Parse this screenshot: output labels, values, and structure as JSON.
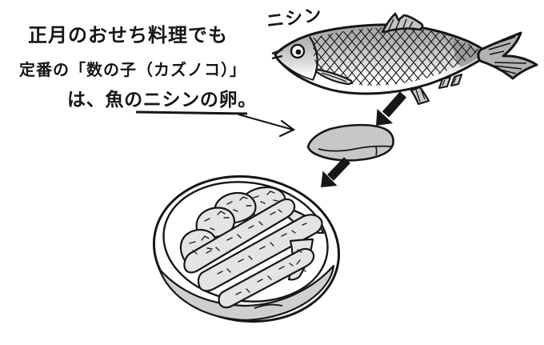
{
  "caption": {
    "lines": [
      "正月のおせち料理でも",
      "定番の「数の子（カズノコ）」",
      "は、魚のニシンの卵。"
    ],
    "underlined_phrase": "ニシンの卵"
  },
  "fish": {
    "label": "ニシン"
  },
  "colors": {
    "ink": "#161616",
    "fish_body_gray": "#a2a2a2",
    "fish_belly_white": "#ffffff",
    "fin_gray": "#c4c4c4",
    "roe_gray": "#c7c7c7",
    "kazunoko_slice_gray": "#e4e4e4",
    "bowl_base_gray": "#cfcfcf",
    "background": "#ffffff"
  }
}
